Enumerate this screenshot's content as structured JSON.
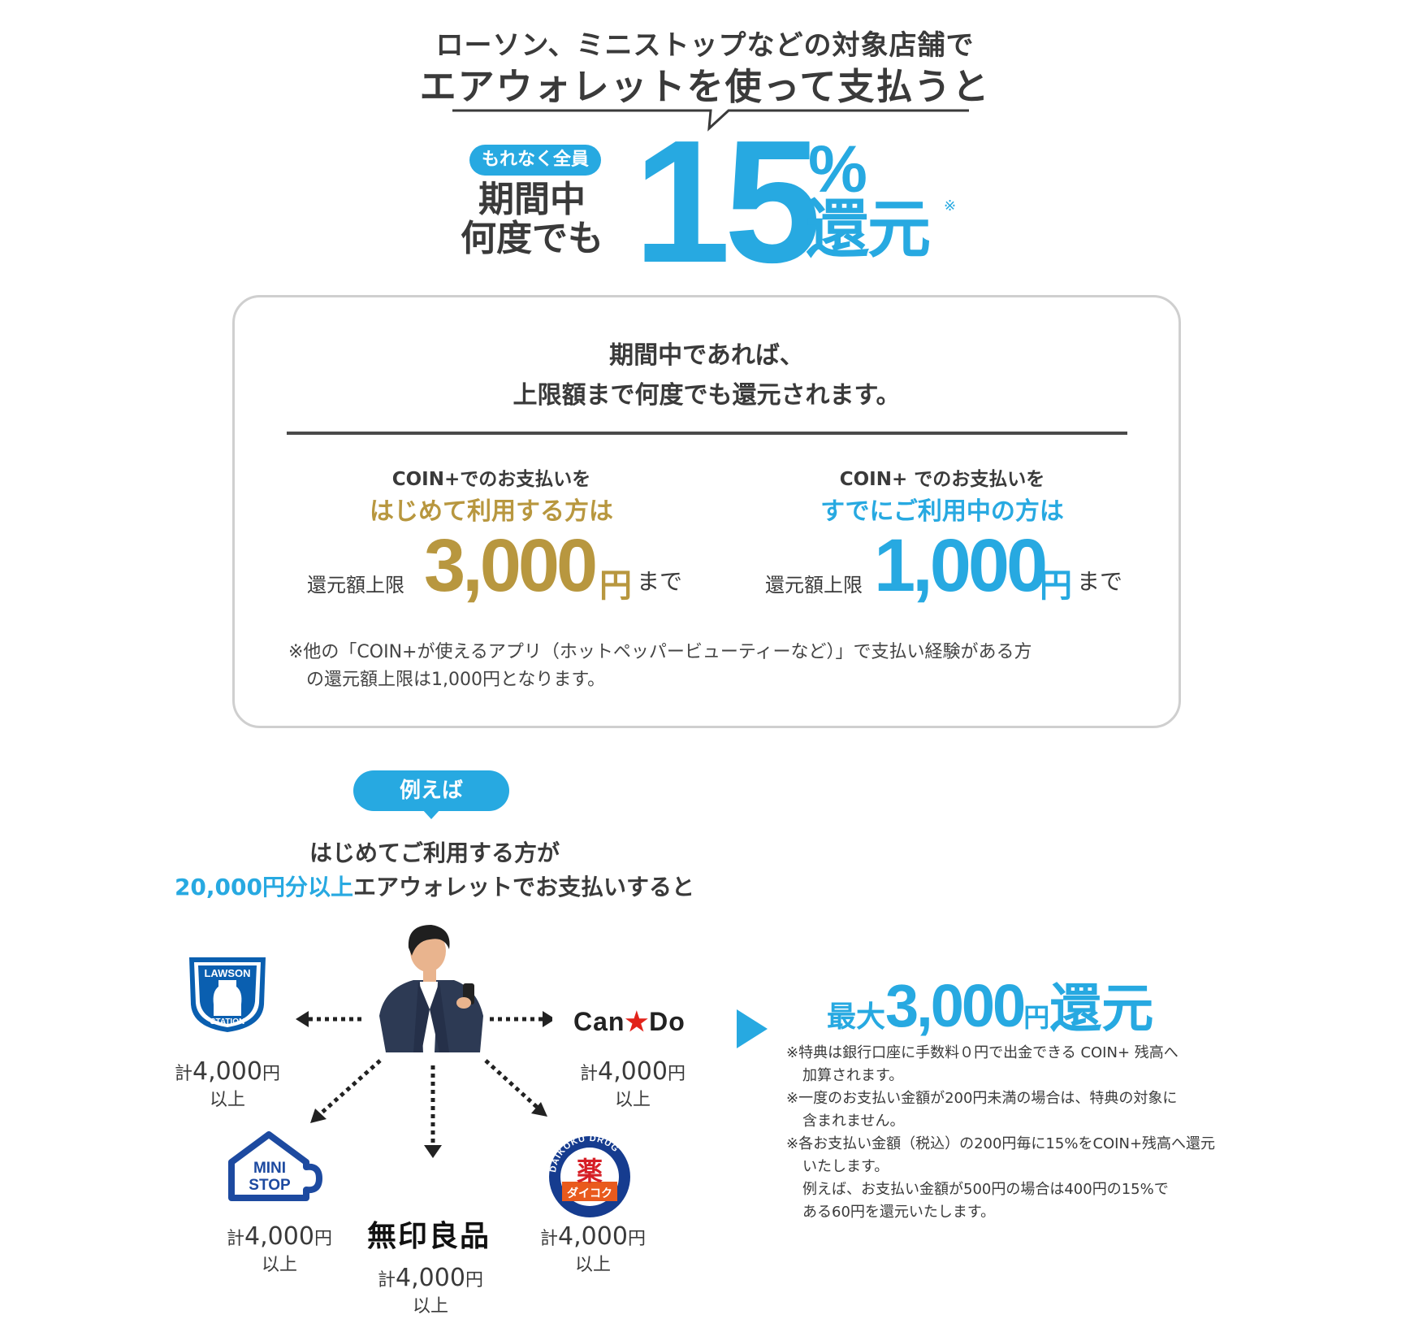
{
  "header": {
    "line1": "ローソン、ミニストップなどの対象店舗で",
    "line2": "エアウォレットを使って支払うと"
  },
  "promo": {
    "badge": "もれなく全員",
    "during": "期間中",
    "anytimes": "何度でも",
    "rate": "15",
    "percent_sign": "%",
    "kangen": "還元",
    "asterisk": "※",
    "accent_color": "#27a9e1"
  },
  "info_box": {
    "line1": "期間中であれば、",
    "line2": "上限額まで何度でも還元されます。",
    "new_user": {
      "heading": "COIN+でのお支払いを",
      "sub": "はじめて利用する方は",
      "limit_label": "還元額上限",
      "amount": "3,000",
      "yen": "円",
      "until": "まで",
      "color": "#b8973f"
    },
    "existing_user": {
      "heading": "COIN+ でのお支払いを",
      "sub": "すでにご利用中の方は",
      "limit_label": "還元額上限",
      "amount": "1,000",
      "yen": "円",
      "until": "まで",
      "color": "#27a9e1"
    },
    "note_line1": "※他の「COIN+が使えるアプリ（ホットペッパービューティーなど）」で支払い経験がある方",
    "note_line2": "の還元額上限は1,000円となります。"
  },
  "example": {
    "badge": "例えば",
    "line1": "はじめてご利用する方が",
    "line2_highlight": "20,000円分以上",
    "line2_rest": "エアウォレットでお支払いすると"
  },
  "stores": [
    {
      "name": "LAWSON STATION",
      "logo_top": "LAWSON",
      "logo_bottom": "STATION",
      "amount_prefix": "計",
      "amount": "4,000",
      "yen": "円",
      "suffix": "以上"
    },
    {
      "name": "Can★Do",
      "logo_text_1": "Can",
      "logo_star": "★",
      "logo_text_2": "Do",
      "amount_prefix": "計",
      "amount": "4,000",
      "yen": "円",
      "suffix": "以上"
    },
    {
      "name": "MINI STOP",
      "logo_top": "MINI",
      "logo_bottom": "STOP",
      "amount_prefix": "計",
      "amount": "4,000",
      "yen": "円",
      "suffix": "以上"
    },
    {
      "name": "無印良品",
      "amount_prefix": "計",
      "amount": "4,000",
      "yen": "円",
      "suffix": "以上"
    },
    {
      "name": "DAIKOKU DRUG",
      "logo_arc": "DAIKOKU DRUG",
      "logo_kanji": "薬",
      "logo_katakana": "ダイコク",
      "amount_prefix": "計",
      "amount": "4,000",
      "yen": "円",
      "suffix": "以上"
    }
  ],
  "result": {
    "prefix": "最大",
    "amount": "3,000",
    "yen": "円",
    "kangen": "還元"
  },
  "notes": [
    "※特典は銀行口座に手数料０円で出金できる COIN+ 残高へ",
    "加算されます。",
    "※一度のお支払い金額が200円未満の場合は、特典の対象に",
    "含まれません。",
    "※各お支払い金額（税込）の200円毎に15%をCOIN+残高へ還元",
    "いたします。",
    "例えば、お支払い金額が500円の場合は400円の15%で",
    "ある60円を還元いたします。"
  ]
}
